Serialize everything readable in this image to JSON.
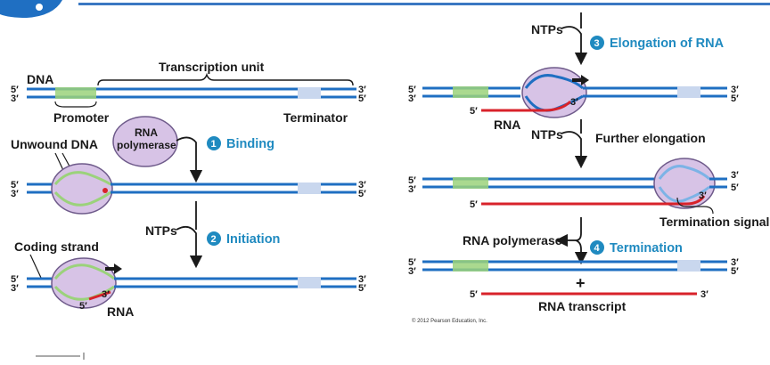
{
  "labels": {
    "dna": "DNA",
    "transcription_unit": "Transcription unit",
    "promoter": "Promoter",
    "terminator": "Terminator",
    "rna_polymerase_line1": "RNA",
    "rna_polymerase_line2": "polymerase",
    "unwound_dna": "Unwound DNA",
    "coding_strand": "Coding strand",
    "rna": "RNA",
    "ntps": "NTPs",
    "further_elongation": "Further elongation",
    "termination_signal": "Termination signal",
    "rna_polymerase_full": "RNA polymerase",
    "plus": "+",
    "rna_transcript": "RNA transcript",
    "five_prime": "5′",
    "three_prime": "3′",
    "copyright": "© 2012 Pearson Education, Inc."
  },
  "steps": [
    {
      "number": "1",
      "title": "Binding"
    },
    {
      "number": "2",
      "title": "Initiation"
    },
    {
      "number": "3",
      "title_bold": "Elongation",
      "title_rest": " of RNA"
    },
    {
      "number": "4",
      "title": "Termination"
    }
  ],
  "colors": {
    "dna_strand": "#1f6fc2",
    "dna_strand_light": "#7cb3e6",
    "promoter": "#9bd27b",
    "terminator": "#c9d7ee",
    "rna": "#d8222a",
    "polymerase_fill": "#d7c3e6",
    "polymerase_stroke": "#6e5a8a",
    "step_blue": "#1f8ac0",
    "top_bar": "#3a77c2"
  }
}
